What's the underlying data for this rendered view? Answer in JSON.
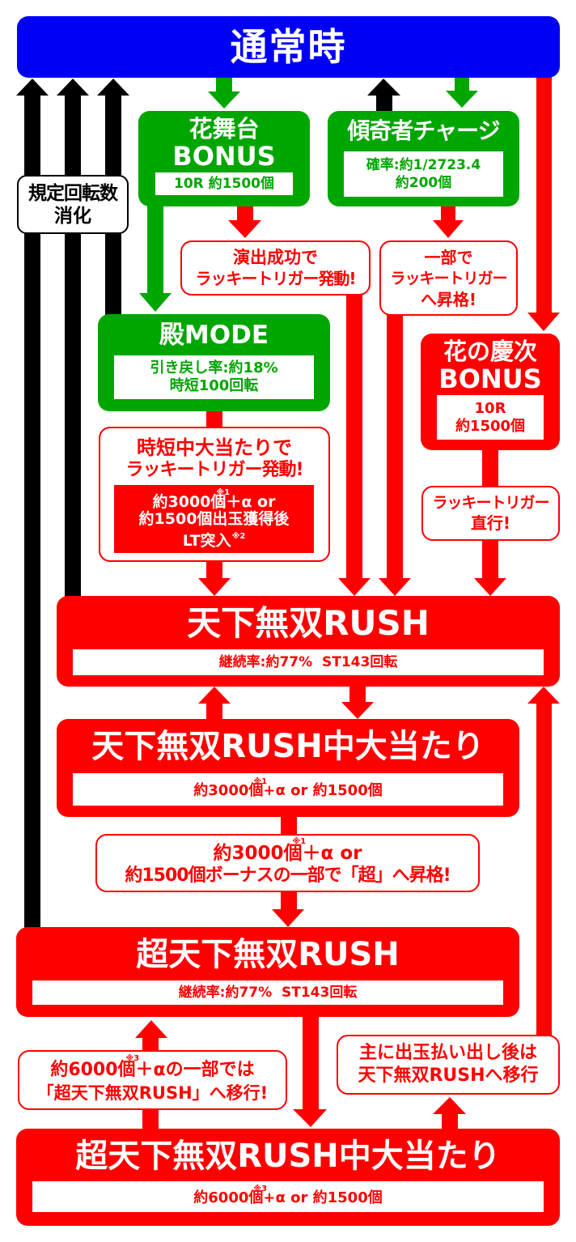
{
  "colors": {
    "normal_blue": "#0000F5",
    "green": "#00A600",
    "red": "#FF0000",
    "black": "#000000",
    "white": "#FFFFFF"
  },
  "normal_state": {
    "title": "通常時"
  },
  "spin_limit_label": {
    "line1": "規定回転数",
    "line2": "消化"
  },
  "hanabutai_bonus": {
    "title_line1": "花舞台",
    "title_line2": "BONUS",
    "detail": "10R 約1500個"
  },
  "kabukimono_charge": {
    "title": "傾奇者チャージ",
    "detail_line1": "確率:約1/2723.4",
    "detail_line2": "約200個"
  },
  "note_performance_success": {
    "line1": "演出成功で",
    "line2": "ラッキートリガー発動!"
  },
  "note_partial_upgrade": {
    "line1": "一部で",
    "line2": "ラッキートリガー",
    "line3": "へ昇格!"
  },
  "tono_mode": {
    "title": "殿MODE",
    "detail_line1": "引き戻し率:約18%",
    "detail_line2": "時短100回転"
  },
  "hana_no_keiji_bonus": {
    "title_line1": "花の慶次",
    "title_line2": "BONUS",
    "detail_line1": "10R",
    "detail_line2": "約1500個"
  },
  "note_direct": {
    "line1": "ラッキートリガー",
    "line2": "直行!"
  },
  "note_jitan_hit": {
    "line1": "時短中大当たりで",
    "line2": "ラッキートリガー発動!",
    "detail_line1_a": "約3000個",
    "detail_line1_note": "※1",
    "detail_line1_b": "＋α or",
    "detail_line2": "約1500個出玉獲得後",
    "detail_line3": "LT突入",
    "detail_line3_note": "※2"
  },
  "tenka_musou_rush": {
    "title": "天下無双RUSH",
    "detail": "継続率:約77%  ST143回転"
  },
  "tenka_musou_rush_hit": {
    "title": "天下無双RUSH中大当たり",
    "detail_a": "約3000個",
    "detail_note": "※1",
    "detail_b": "+α or 約1500個"
  },
  "note_super_upgrade": {
    "line1_a": "約3000個",
    "line1_note": "※1",
    "line1_b": "＋α or",
    "line2": "約1500個ボーナスの一部で「超」へ昇格!"
  },
  "super_tenka_musou_rush": {
    "title": "超天下無双RUSH",
    "detail": "継続率:約77%  ST143回転"
  },
  "note_super_continue": {
    "line1_a": "約6000個",
    "line1_note": "※3",
    "line1_b": "＋αの一部では",
    "line2": "「超天下無双RUSH」へ移行!"
  },
  "note_return_rush": {
    "line1": "主に出玉払い出し後は",
    "line2": "天下無双RUSHへ移行"
  },
  "super_tenka_musou_rush_hit": {
    "title": "超天下無双RUSH中大当たり",
    "detail_a": "約6000個",
    "detail_note": "※3",
    "detail_b": "+α or 約1500個"
  }
}
